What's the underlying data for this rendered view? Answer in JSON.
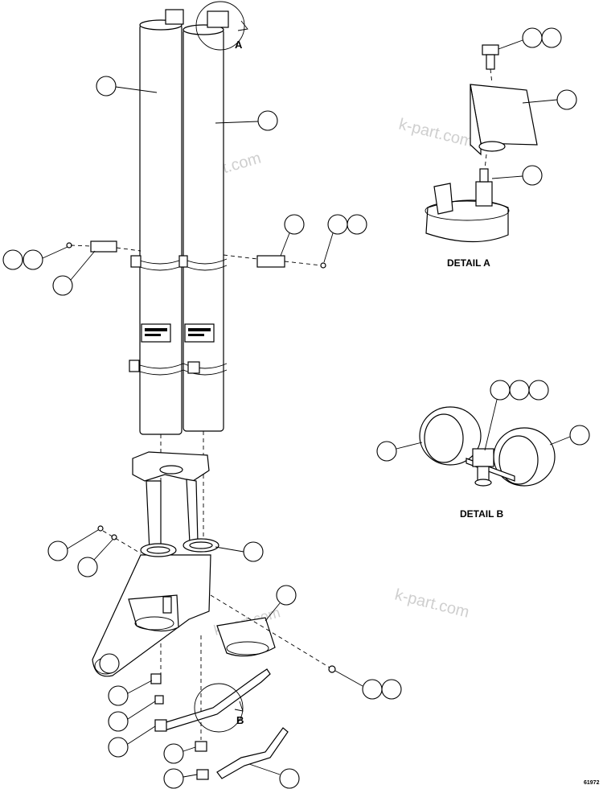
{
  "labels": {
    "detail_a": "DETAIL A",
    "detail_b": "DETAIL B",
    "view_a": "A",
    "view_b": "B",
    "figure_number": "61972"
  },
  "watermark": "k-part.com",
  "colors": {
    "ink": "#000000",
    "paper": "#ffffff",
    "watermark": "#a8a8a8"
  }
}
